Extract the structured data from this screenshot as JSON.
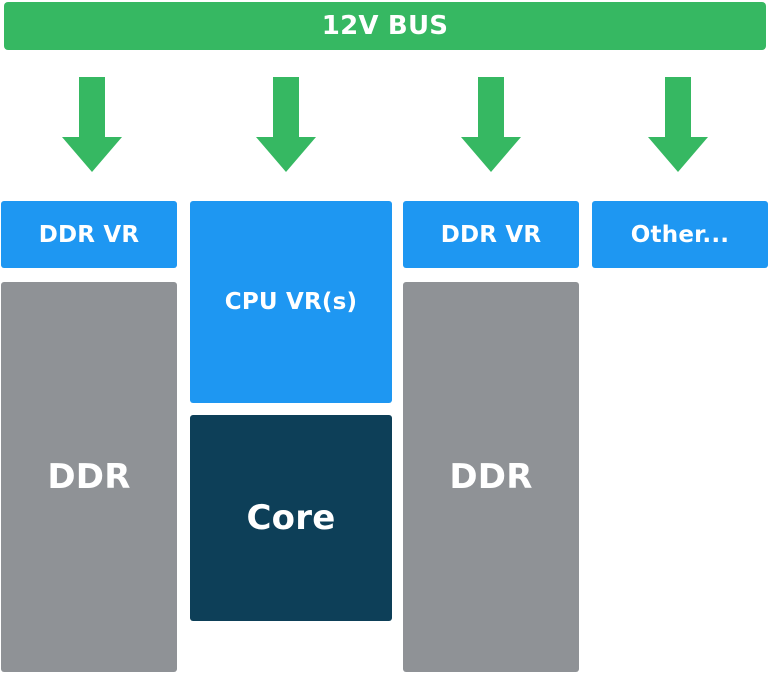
{
  "colors": {
    "bus": "#36b862",
    "arrow": "#36b862",
    "vr": "#1e97f2",
    "ddr": "#8f9296",
    "core": "#0d3f58",
    "text": "#ffffff"
  },
  "bus": {
    "label": "12V BUS"
  },
  "arrows": [
    {
      "icon": "arrow-down-icon"
    },
    {
      "icon": "arrow-down-icon"
    },
    {
      "icon": "arrow-down-icon"
    },
    {
      "icon": "arrow-down-icon"
    }
  ],
  "regulators": {
    "ddr_vr_left": "DDR VR",
    "cpu_vr": "CPU VR(s)",
    "ddr_vr_right": "DDR VR",
    "other": "Other..."
  },
  "components": {
    "ddr_left": "DDR",
    "core": "Core",
    "ddr_right": "DDR"
  }
}
